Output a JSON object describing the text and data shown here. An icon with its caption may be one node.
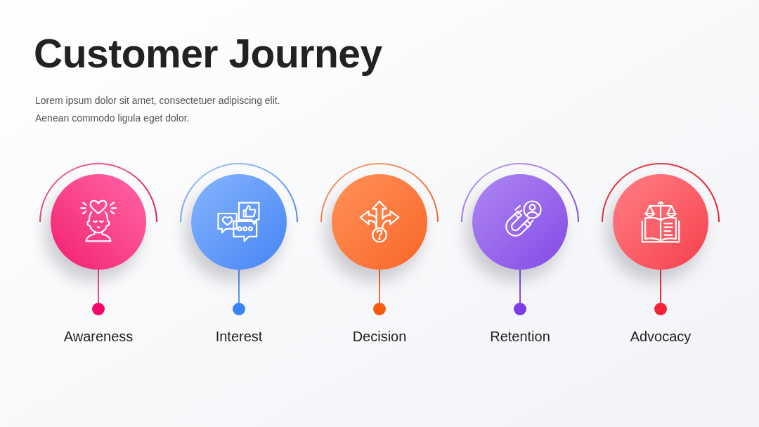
{
  "diagram": {
    "title": "Customer Journey",
    "nodes": [
      {
        "text": [],
        "shape": "circle"
      },
      {
        "text": [],
        "shape": "circle"
      },
      {
        "text": [],
        "shape": "circle"
      },
      {
        "text": [],
        "shape": "circle"
      },
      {
        "text": [],
        "shape": "circle"
      },
      {
        "text": [],
        "shape": "circle",
        "beside": [
          "Awareness"
        ]
      },
      {
        "text": [],
        "shape": "circle",
        "beside": [
          "Interest"
        ]
      },
      {
        "text": [],
        "shape": "circle",
        "beside": [
          "Decision"
        ]
      },
      {
        "text": [],
        "shape": "circle",
        "beside": [
          "Retention"
        ]
      },
      {
        "text": [],
        "shape": "circle",
        "beside": [
          "Advocacy"
        ]
      }
    ],
    "edges": [
      {
        "from": 0,
        "to": 5,
        "arrow": "none",
        "color": "#f2478a"
      },
      {
        "from": 1,
        "to": 6,
        "arrow": "none",
        "color": "#5a93f2"
      },
      {
        "from": 2,
        "to": 7,
        "arrow": "none",
        "color": "#f26a30"
      },
      {
        "from": 3,
        "to": 8,
        "arrow": "none",
        "color": "#7f4fe0"
      },
      {
        "from": 4,
        "to": 9,
        "arrow": "none",
        "color": "#e3323f"
      }
    ],
    "labels": [
      "Lorem ipsum dolor sit amet, consectetuer adipiscing elit. Aenean commodo ligula eget dolor."
    ]
  }
}
